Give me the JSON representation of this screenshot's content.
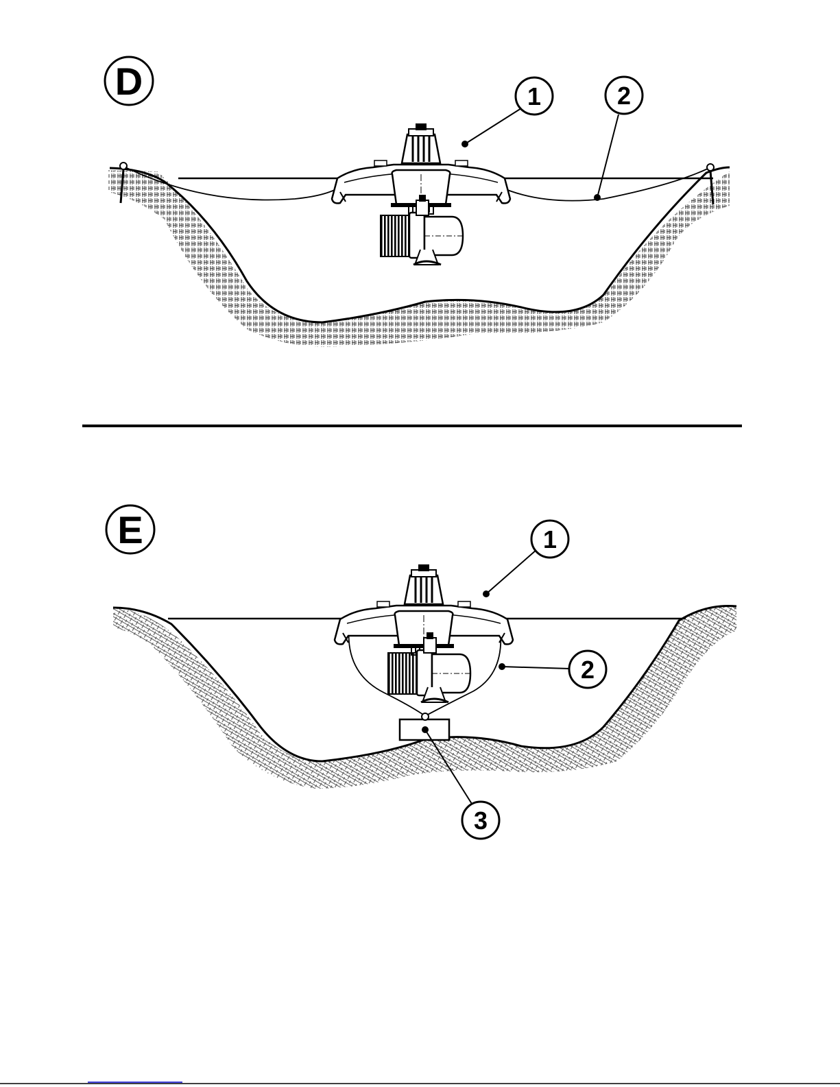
{
  "figure_d": {
    "letter": "D",
    "callouts": {
      "c1": "1",
      "c2": "2"
    }
  },
  "figure_e": {
    "letter": "E",
    "callouts": {
      "c1": "1",
      "c2": "2",
      "c3": "3"
    }
  },
  "colors": {
    "ink": "#000000",
    "paper": "#ffffff",
    "hatch": "#666666",
    "footer_link": "#0000cc"
  }
}
